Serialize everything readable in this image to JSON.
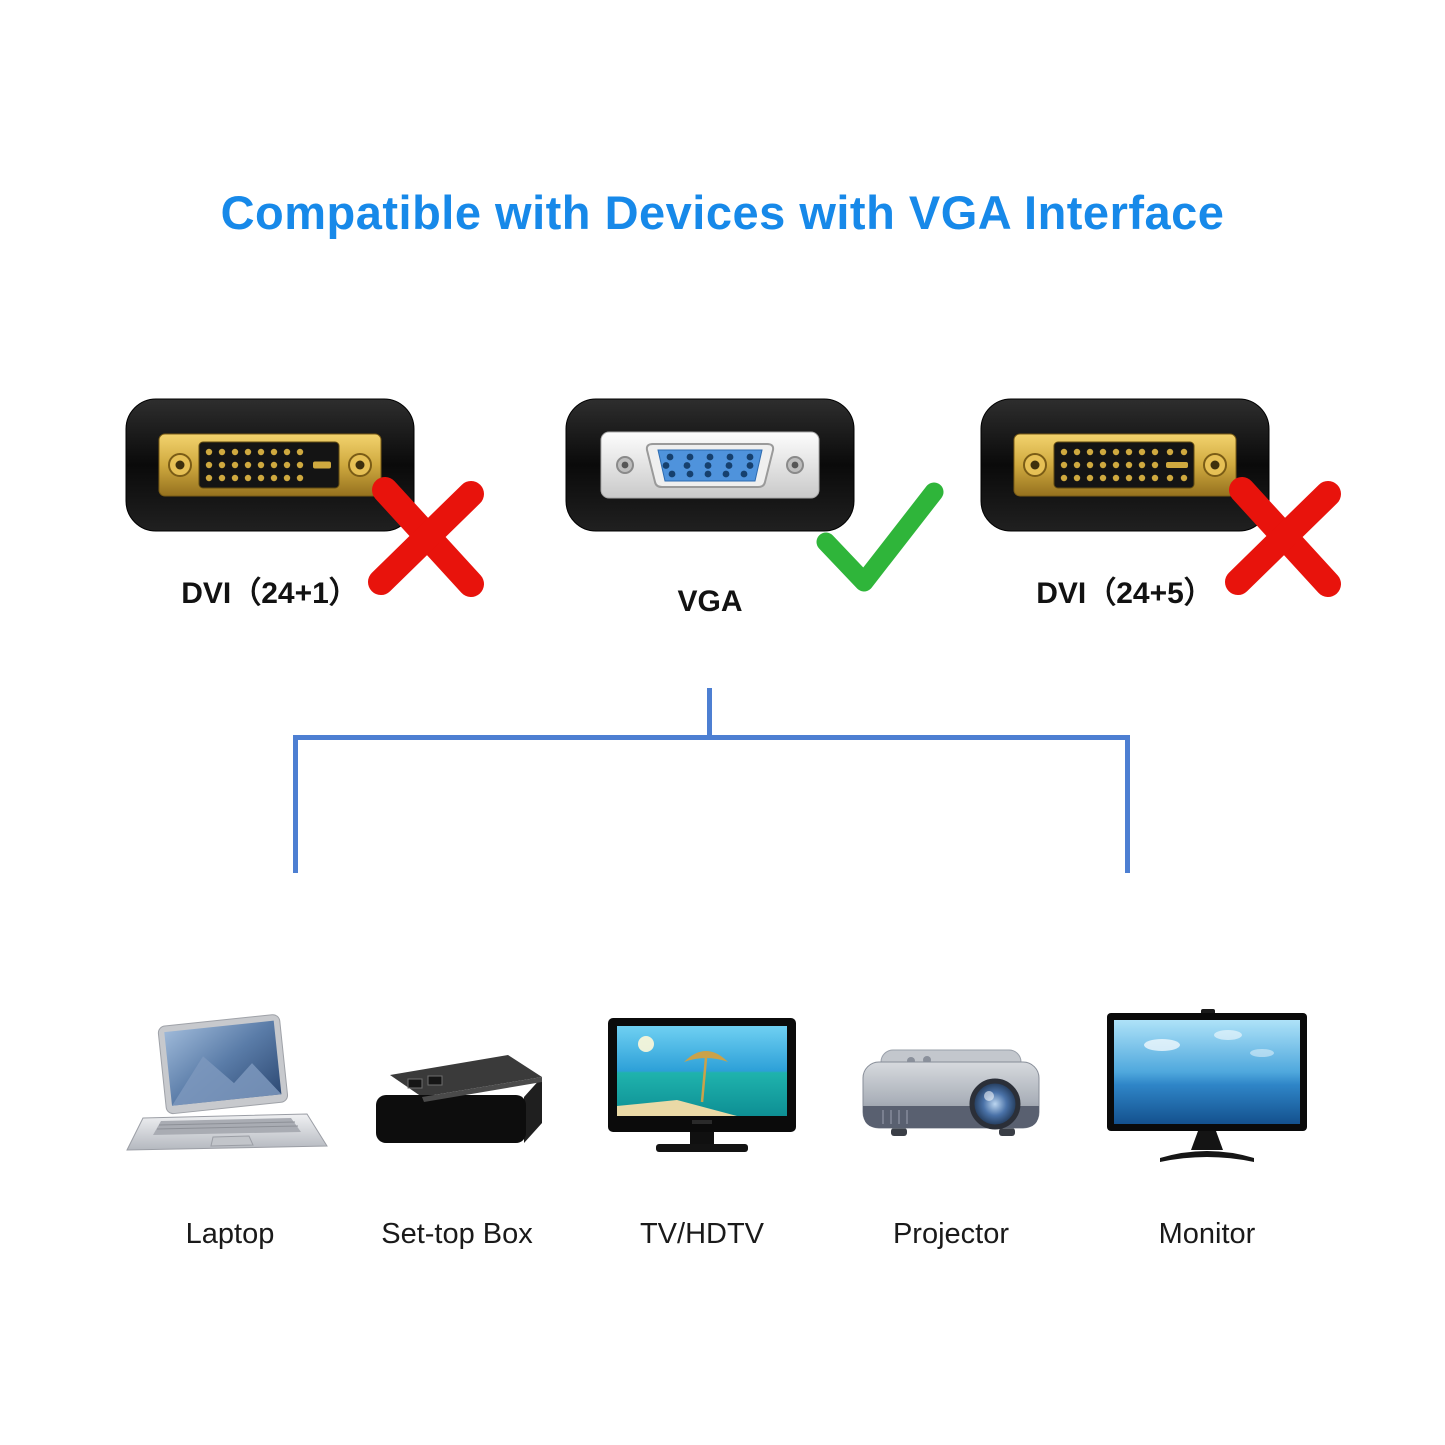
{
  "title": "Compatible with Devices with VGA Interface",
  "connectors": [
    {
      "label": "DVI（24+1）",
      "compatible": "no"
    },
    {
      "label": "VGA",
      "compatible": "yes"
    },
    {
      "label": "DVI（24+5）",
      "compatible": "no"
    }
  ],
  "devices": [
    {
      "label": "Laptop"
    },
    {
      "label": "Set-top Box"
    },
    {
      "label": "TV/HDTV"
    },
    {
      "label": "Projector"
    },
    {
      "label": "Monitor"
    }
  ],
  "colors": {
    "title": "#1789e9",
    "connector_line": "#4d7fd2",
    "check": "#2fb53a",
    "cross": "#e8130c"
  }
}
